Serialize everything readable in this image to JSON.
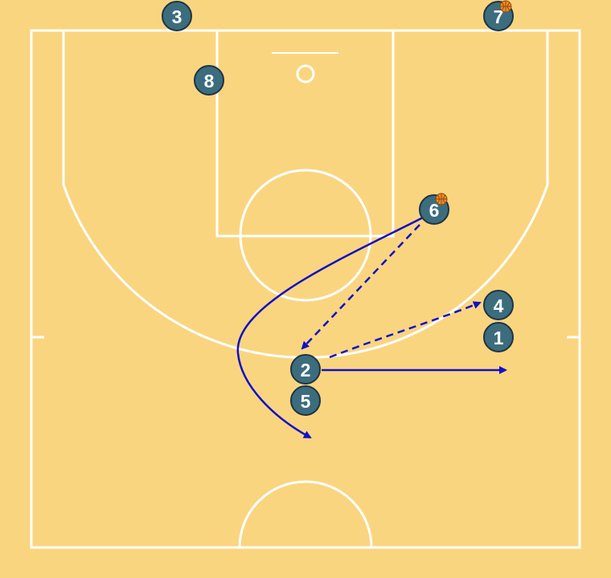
{
  "court": {
    "background": "#fad580",
    "line_color": "#ffffff",
    "player_fill": "#3c6d7e",
    "player_stroke": "#1f3440",
    "action_color": "#1010c8",
    "ball_color": "#f08a24"
  },
  "players": [
    {
      "id": "p3",
      "label": "3",
      "has_ball": false
    },
    {
      "id": "p7",
      "label": "7",
      "has_ball": true
    },
    {
      "id": "p8",
      "label": "8",
      "has_ball": false
    },
    {
      "id": "p6",
      "label": "6",
      "has_ball": true
    },
    {
      "id": "p4",
      "label": "4",
      "has_ball": false
    },
    {
      "id": "p1",
      "label": "1",
      "has_ball": false
    },
    {
      "id": "p2",
      "label": "2",
      "has_ball": false
    },
    {
      "id": "p5",
      "label": "5",
      "has_ball": false
    }
  ],
  "actions": [
    {
      "id": "cut-6",
      "kind": "cut",
      "from": "6",
      "to": "top",
      "style": "solid"
    },
    {
      "id": "pass-6-2",
      "kind": "pass",
      "from": "6",
      "to": "2",
      "style": "dashed"
    },
    {
      "id": "pass-2-4",
      "kind": "pass",
      "from": "2",
      "to": "4",
      "style": "dashed"
    },
    {
      "id": "cut-2",
      "kind": "cut",
      "from": "2",
      "to": "right-wing",
      "style": "solid"
    }
  ]
}
